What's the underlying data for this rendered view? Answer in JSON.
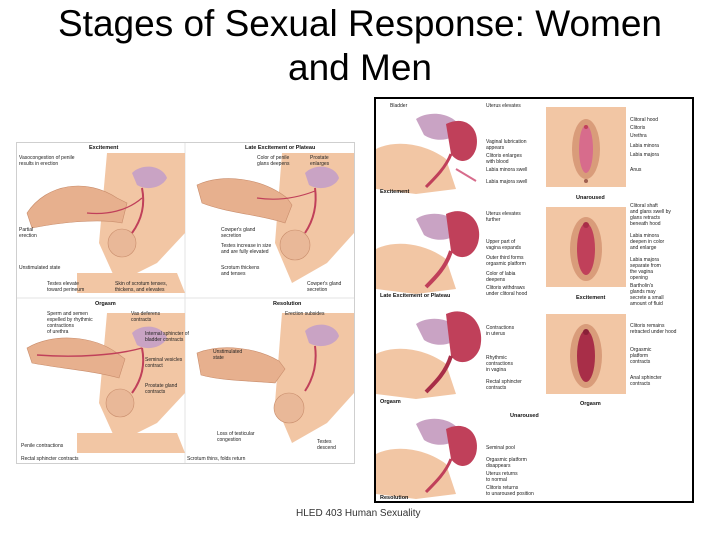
{
  "slide": {
    "title": "Stages of Sexual Response: Women and Men",
    "footer": "HLED 403 Human Sexuality"
  },
  "male_figure": {
    "stages": [
      "Excitement",
      "Late Excitement or Plateau",
      "Orgasm",
      "Resolution"
    ],
    "labels": {
      "vasocongestion": "Vasocongestion of penile\nresults in erection",
      "partial_erection": "Partial\nerection",
      "unstimulated": "Unstimulated state",
      "testes_elevate": "Testes elevate\ntoward perineum",
      "skin_scrotum": "Skin of scrotum tenses,\nthickens, and elevates",
      "color_glans": "Color of penile\nglans deepens",
      "prostate": "Prostate\nenlarges",
      "cowper": "Cowper's gland\nsecretion",
      "testes_increase": "Testes increase in size\nand are fully elevated",
      "scrotum_thickens": "Scrotum thickens\nand tenses",
      "cowper2": "Cowper's gland secretion",
      "sperm_semen": "Sperm and semen\nexpelled by rhythmic\ncontractions\nof urethra",
      "vas_deferens": "Vas deferens\ncontracts",
      "internal_sphincter": "Internal sphincter of\nbladder contracts",
      "seminal_vesicles": "Seminal vesicles\ncontract",
      "prostate_contracts": "Prostate gland\ncontracts",
      "penile_contractions": "Penile contractions",
      "rectal_contractions": "Rectal sphincter contracts",
      "erection_subsides": "Erection subsides",
      "unstimulated2": "Unstimulated\nstate",
      "loss_testicular": "Loss of testicular\ncongestion",
      "testes_descend": "Testes\ndescend",
      "scrotum_thins": "Scrotum thins, folds return"
    }
  },
  "female_figure": {
    "stages": [
      "Excitement",
      "Late Excitement or Plateau",
      "Orgasm",
      "Resolution"
    ],
    "column_headers": [
      "Unaroused",
      "Excitement",
      "Orgasm",
      "Unaroused"
    ],
    "labels": {
      "bladder": "Bladder",
      "uterus_elevates": "Uterus elevates",
      "vaginal_lubrication": "Vaginal lubrication\nappears",
      "clitoris_enlarges": "Clitoris enlarges\nwith blood",
      "labia_minora_swell": "Labia minora swell",
      "labia_majora_swell": "Labia majora swell",
      "clitoral_hood": "Clitoral hood",
      "clitoris": "Clitoris",
      "urethra": "Urethra",
      "labia_minora": "Labia minora",
      "labia_majora": "Labia majora",
      "anus": "Anus",
      "uterus_further": "Uterus elevates\nfurther",
      "upper_vagina": "Upper part of\nvagina expands",
      "outer_vagina": "Outer third forms\norgasmic platform",
      "color_labia": "Color of labia\ndeepens",
      "clitoris_withdraws": "Clitoris withdraws\nunder clitoral hood",
      "clitoral_shaft": "Clitoral shaft\nand glans swell by\nglans retracts\nbeneath hood",
      "labia_deepen": "Labia minora\ndeepen in color\nand enlarge",
      "labia_majora_separate": "Labia majora\nseparate from\nthe vagina\nopening",
      "bartholin": "Bartholin's\nglands may\nsecrete a small\namount of fluid",
      "contractions_uterus": "Contractions\nin uterus",
      "rhythmic": "Rhythmic\ncontractions\nin vagina",
      "rectal_sphincter": "Rectal sphincter\ncontracts",
      "clitoris_remains": "Clitoris remains\nretracted under hood",
      "orgasmic_platform": "Orgasmic\nplatform\ncontracts",
      "anal_sphincter": "Anal sphincter\ncontracts",
      "seminal_pool": "Seminal pool",
      "platform_disappears": "Orgasmic platform\ndisappears",
      "uterus_lowers": "Uterus returns\nto normal",
      "clitoris_returns": "Clitoris returns\nto unaroused position"
    }
  },
  "colors": {
    "skin": "#f2c6a4",
    "skin_dark": "#d99c7a",
    "organ_red": "#c0405a",
    "organ_pink": "#d76c8c",
    "bladder": "#c9a3c4"
  }
}
